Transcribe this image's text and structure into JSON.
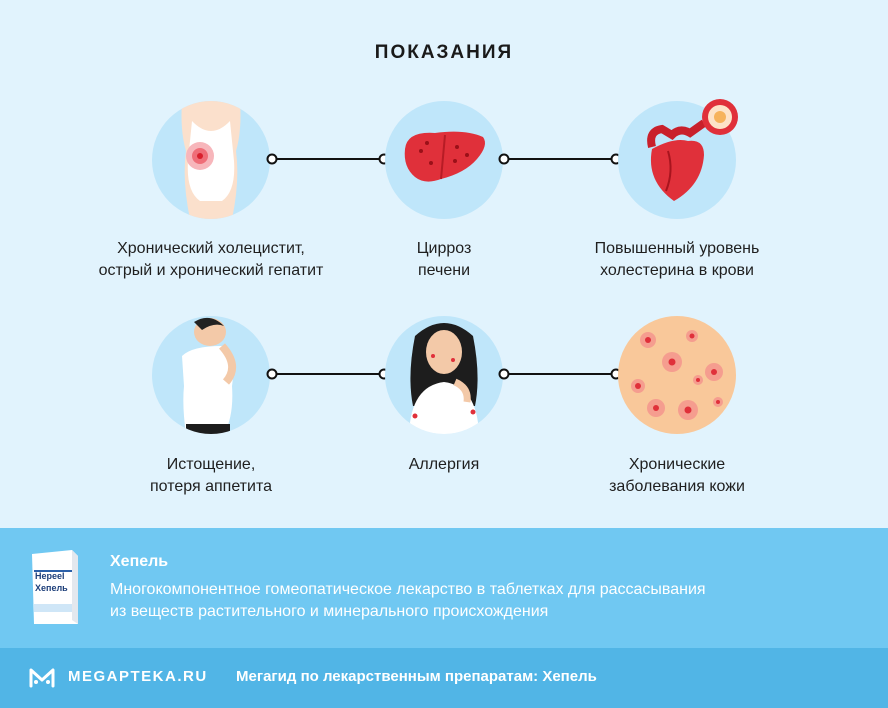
{
  "title": "ПОКАЗАНИЯ",
  "indications": [
    {
      "line1": "Хронический холецистит,",
      "line2": "острый и хронический гепатит",
      "icon": "torso-pain-icon"
    },
    {
      "line1": "Цирроз",
      "line2": "печени",
      "icon": "liver-icon"
    },
    {
      "line1": "Повышенный уровень",
      "line2": "холестерина в крови",
      "icon": "heart-artery-icon"
    },
    {
      "line1": "Истощение,",
      "line2": "потеря аппетита",
      "icon": "exhausted-person-icon"
    },
    {
      "line1": "Аллергия",
      "line2": "",
      "icon": "allergy-woman-icon"
    },
    {
      "line1": "Хронические",
      "line2": "заболевания кожи",
      "icon": "skin-rash-icon"
    }
  ],
  "product": {
    "name": "Хепель",
    "description_line1": "Многокомпонентное гомеопатическое лекарство в таблетках для рассасывания",
    "description_line2": "из веществ растительного и минерального происхождения",
    "box_label_latin": "Hepeel",
    "box_label_cyrillic": "Хепель"
  },
  "footer": {
    "brand": "MEGAPTEKA.RU",
    "tagline": "Мегагид по лекарственным препаратам: Хепель"
  },
  "colors": {
    "background": "#e1f3fd",
    "circle": "#bfe6fa",
    "info_bar": "#70c8f2",
    "footer_bar": "#51b5e6",
    "accent_red": "#e0303a"
  }
}
